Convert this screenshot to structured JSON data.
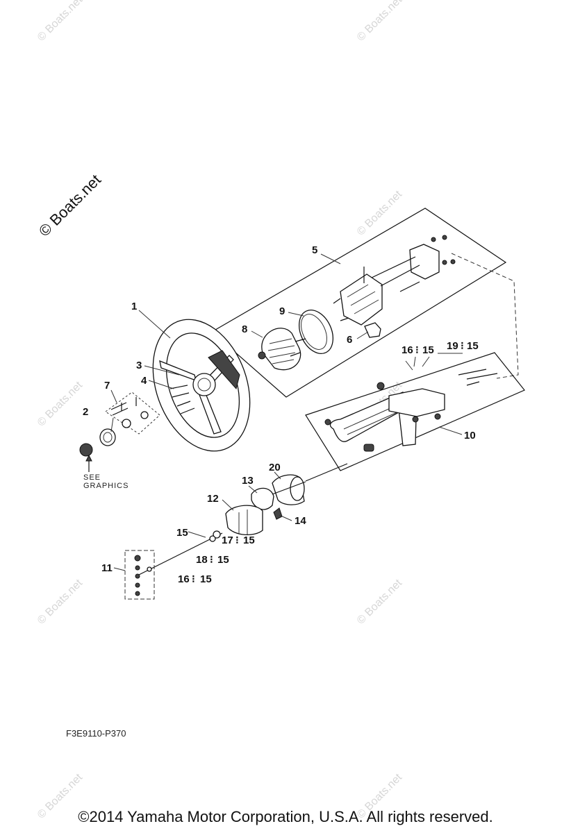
{
  "watermark": {
    "main": "© Boats.net",
    "repeat": "© Boats.net"
  },
  "callouts": {
    "c1": "1",
    "c2": "2",
    "c3": "3",
    "c4": "4",
    "c5": "5",
    "c6": "6",
    "c7": "7",
    "c8": "8",
    "c9": "9",
    "c10": "10",
    "c11": "11",
    "c12": "12",
    "c13": "13",
    "c14": "14",
    "c15": "15",
    "c16a": "16",
    "c16a_ref": "15",
    "c19": "19",
    "c19_ref": "15",
    "c17": "17",
    "c17_ref": "15",
    "c18": "18",
    "c18_ref": "15",
    "c16b": "16",
    "c16b_ref": "15",
    "c20": "20"
  },
  "see_graphics": {
    "line1": "SEE",
    "line2": "GRAPHICS"
  },
  "diagram_code": "F3E9110-P370",
  "copyright": "©2014 Yamaha Motor Corporation, U.S.A. All rights reserved."
}
